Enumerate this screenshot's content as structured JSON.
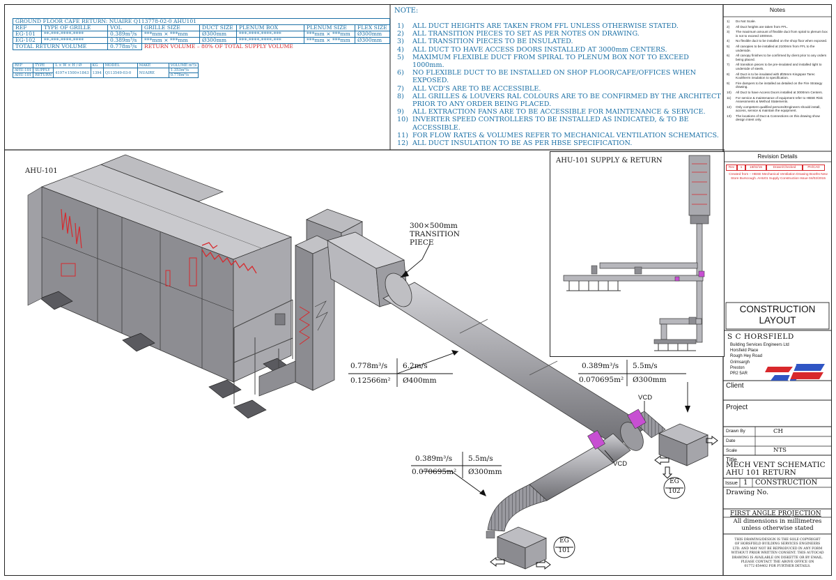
{
  "schedule": {
    "title": "GROUND FLOOR CAFE RETURN: NUAIRE Q113778-02-0 AHU101",
    "headers": [
      "REF",
      "TYPE OF GRILLE",
      "VOL",
      "GRILLE SIZE",
      "DUCT SIZE",
      "PLENUM BOX",
      "PLENUM SIZE",
      "FLEX SIZE"
    ],
    "rows": [
      [
        "EG-101",
        "**-***-****-****",
        "0.389m³/s",
        "***mm × ***mm",
        "Ø300mm",
        "***-****-****-***",
        "***mm × ***mm",
        "Ø300mm"
      ],
      [
        "EG-102",
        "**-***-****-****",
        "0.389m³/s",
        "***mm × ***mm",
        "Ø300mm",
        "***-****-****-***",
        "***mm × ***mm",
        "Ø300mm"
      ]
    ],
    "total_label": "TOTAL RETURN VOLUME",
    "total_value": "0.778m³/s",
    "total_note": "RETURN VOLUME – 80% OF TOTAL SUPPLY VOLUME"
  },
  "ahu_schedule": {
    "headers": [
      "REF",
      "TYPE",
      "L × W × H / Ø",
      "KG",
      "MODEL",
      "MAKE",
      "VOLUME m³/s"
    ],
    "rows": [
      [
        "AHU-101",
        "SUPPLY",
        "4197×1500×1843",
        "1394",
        "Q113549-03-0",
        "NUAIRE",
        "1.353m³/s"
      ],
      [
        "AHU-101",
        "RETURN",
        "",
        "",
        "",
        "",
        "0.778m³/s"
      ]
    ]
  },
  "notes": {
    "heading": "NOTE:",
    "items": [
      {
        "n": "1)",
        "text": "ALL DUCT HEIGHTS ARE TAKEN FROM FFL UNLESS OTHERWISE STATED."
      },
      {
        "n": "2)",
        "text": "ALL TRANSITION PIECES TO SET AS PER NOTES ON DRAWING."
      },
      {
        "n": "3)",
        "text": "ALL TRANSITION PIECES TO BE INSULATED."
      },
      {
        "n": "4)",
        "text": "ALL DUCT TO HAVE ACCESS DOORS INSTALLED AT 3000mm CENTERS."
      },
      {
        "n": "5)",
        "text": "MAXIMUM FLEXIBLE DUCT FROM SPIRAL TO PLENUM BOX NOT TO EXCEED 1000mm."
      },
      {
        "n": "6)",
        "text": "NO FLEXIBLE DUCT TO BE INSTALLED ON SHOP FLOOR/CAFE/OFFICES WHEN EXPOSED."
      },
      {
        "n": "7)",
        "text": "ALL VCD'S ARE TO BE ACCESSIBLE."
      },
      {
        "n": "8)",
        "text": "ALL GRILLES & LOUVERS RAL COLOURS ARE TO BE CONFIRMED BY THE ARCHITECT PRIOR TO ANY ORDER BEING PLACED."
      },
      {
        "n": "9)",
        "text": "ALL EXTRACTION FANS ARE TO BE ACCESSIBLE FOR MAINTENANCE & SERVICE."
      },
      {
        "n": "10)",
        "text": "INVERTER SPEED CONTROLLERS TO BE INSTALLED AS INDICATED, & TO BE ACCESSIBLE."
      },
      {
        "n": "11)",
        "text": "FOR FLOW RATES & VOLUMES REFER TO MECHANICAL VENTILATION SCHEMATICS."
      },
      {
        "n": "12)",
        "text": "ALL DUCT INSULATION TO BE AS PER HBSE SPECIFICATION."
      }
    ]
  },
  "side_notes": {
    "heading": "Notes",
    "items": [
      {
        "n": "1)",
        "text": "Do Not Scale."
      },
      {
        "n": "2)",
        "text": "All Duct heights are taken from FFL."
      },
      {
        "n": "3)",
        "text": "The maximum amount of flexible duct from spiral to plenum box is not to exceed 1000mm."
      },
      {
        "n": "4)",
        "text": "No flexible duct to be installed on the shop floor when exposed."
      },
      {
        "n": "5)",
        "text": "All canopies to be installed at 2100mm from FFL to the underside."
      },
      {
        "n": "6)",
        "text": "All canopy finishes to be confirmed by client prior to any orders being placed."
      },
      {
        "n": "7)",
        "text": "All transition pieces to be pre-insulated and installed tight to underside of steels."
      },
      {
        "n": "8)",
        "text": "All Duct is to be insulated with Ø25mm Kingspan Tarec Kooltherm insulation to specification."
      },
      {
        "n": "9)",
        "text": "Fire dampers to be installed as detailed on the Fire Strategy drawing."
      },
      {
        "n": "10)",
        "text": "All Duct to have Access Doors installed at 3000mm Centers."
      },
      {
        "n": "11)",
        "text": "For service & maintenance of equipment refer to HBSE Risk Assessments & Method Statements."
      },
      {
        "n": "12)",
        "text": "Only competent qualified persons/Engineers should install, access, service & maintain the equipment."
      },
      {
        "n": "13)",
        "text": "The locations of Duct & Connections on this drawing show design intent only."
      }
    ]
  },
  "revision": {
    "heading": "Revision Details",
    "cols": [
      "Rev",
      "1",
      "18/02/15",
      "Drawn/Checked",
      "PH/CAD"
    ],
    "text": "Created from – HBSE Mechanical Ventilation Drawing Booths New Store Burscough. AHU01 Supply Construction Issue 04/02/2015"
  },
  "drawing": {
    "ahu_label": "AHU-101",
    "transition_label": "300×500mm\nTRANSITION\nPIECE",
    "main_flow_top_left": "0.778m³/s",
    "main_flow_top_right": "6.2m/s",
    "main_flow_bottom_left": "0.12566m²",
    "main_flow_bottom_right": "Ø400mm",
    "branch_a_top_left": "0.389m³/s",
    "branch_a_top_right": "5.5m/s",
    "branch_a_bottom_left": "0.070695m²",
    "branch_a_bottom_right": "Ø300mm",
    "branch_b_top_left": "0.389m³/s",
    "branch_b_top_right": "5.5m/s",
    "branch_b_bottom_left": "0.070695m²",
    "branch_b_bottom_right": "Ø300mm",
    "vcd_label_upper": "VCD",
    "vcd_label_lower": "VCD",
    "grille_eg_label": "EG",
    "grille_102": "102",
    "grille_101": "101",
    "inset_title": "AHU-101 SUPPLY & RETURN"
  },
  "title_block": {
    "status": "CONSTRUCTION\nLAYOUT",
    "company": "S C HORSFIELD",
    "address": [
      "Building Services Engineers Ltd",
      "Horsfield Place",
      "Rough Hey Road",
      "Grimsargh",
      "Preston",
      "PR2 5AR"
    ],
    "client_label": "Client",
    "project_label": "Project",
    "drawn_by_label": "Drawn By",
    "drawn_by": "CH",
    "date_label": "Date",
    "scale_label": "Scale",
    "scale": "NTS",
    "title_label": "Title",
    "title_line1": "MECH VENT SCHEMATIC",
    "title_line2": "AHU 101 RETURN",
    "issue_label": "Issue",
    "issue_no": "1",
    "issue_status": "CONSTRUCTION",
    "drawing_no_label": "Drawing No.",
    "projection": "FIRST ANGLE PROJECTION",
    "dims_line1": "All dimensions in millimetres",
    "dims_line2": "unless otherwise stated",
    "copyright": [
      "THIS DRAWING/DESIGN IS THE SOLE COPYRIGHT",
      "OF HORSFIELD BUILDING SERVICES ENGINEERS",
      "LTD. AND MAY NOT BE REPRODUCED IN ANY FORM",
      "WITHOUT PRIOR WRITTEN CONSENT. THIS AUTOCAD",
      "DRAWING IS AVAILABLE ON DISKETTE OR BY EMAIL.",
      "PLEASE CONTACT THE ABOVE OFFICE ON",
      "01772 654402 FOR FURTHER DETAILS."
    ]
  }
}
